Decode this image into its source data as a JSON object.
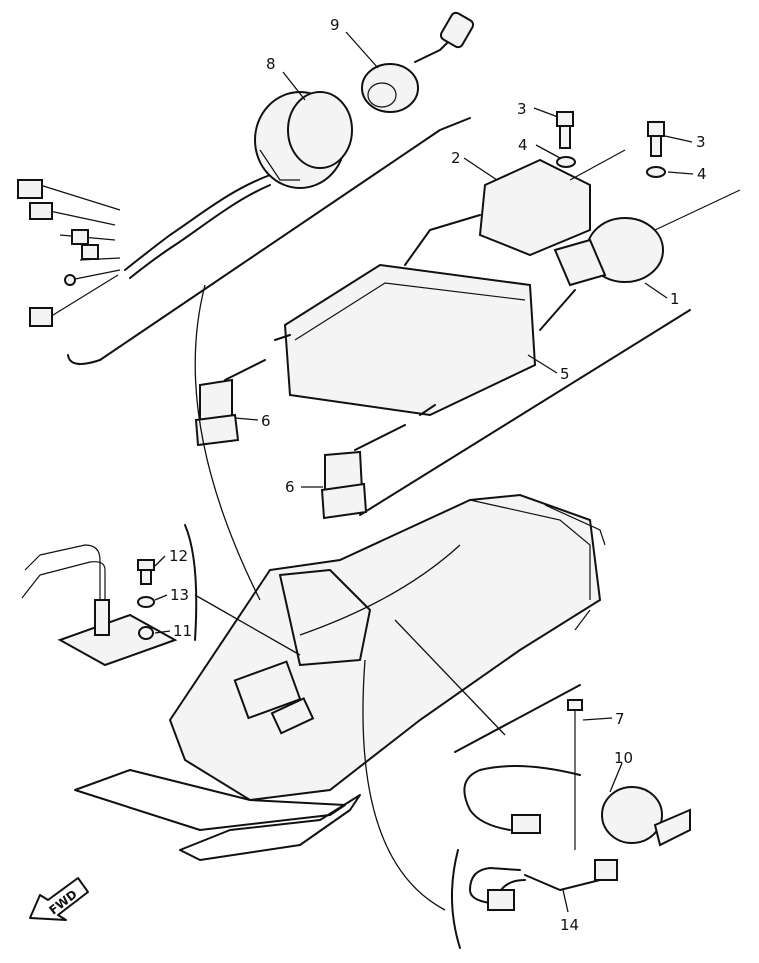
{
  "callouts": {
    "c1": "1",
    "c2": "2",
    "c3a": "3",
    "c3b": "3",
    "c4a": "4",
    "c4b": "4",
    "c5": "5",
    "c6a": "6",
    "c6b": "6",
    "c7": "7",
    "c8": "8",
    "c9": "9",
    "c10": "10",
    "c11": "11",
    "c12": "12",
    "c13": "13",
    "c14": "14"
  },
  "direction_marker": "FWD"
}
